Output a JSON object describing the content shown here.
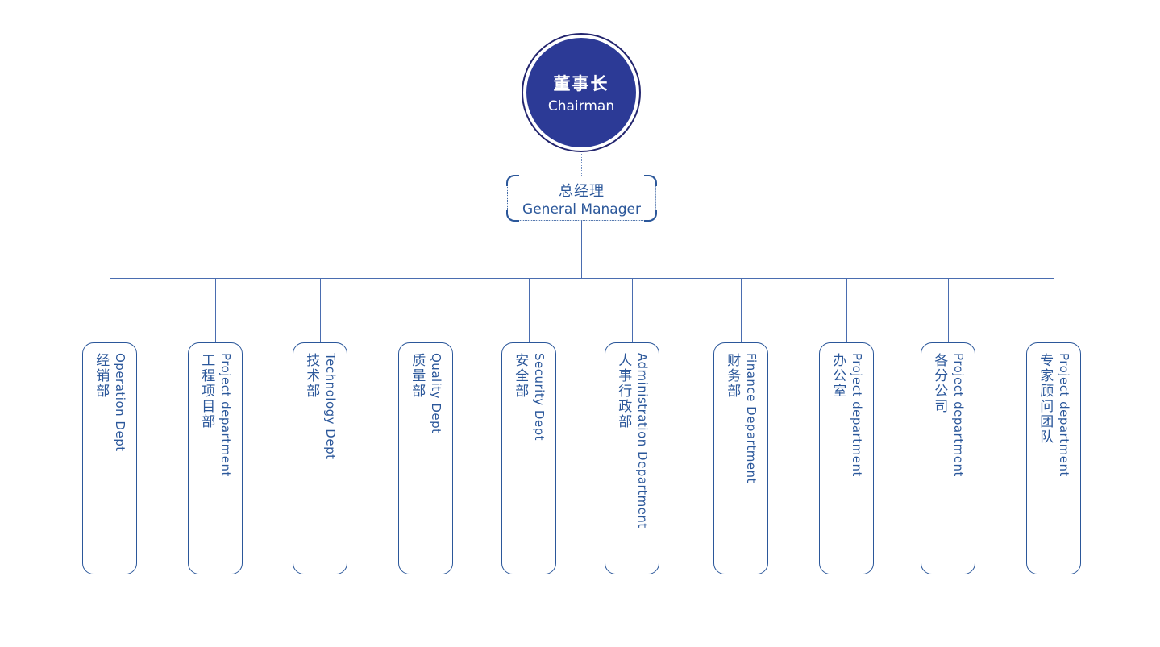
{
  "colors": {
    "primary_blue": "#2b579a",
    "circle_fill": "#2c3a96",
    "circle_ring": "#23256e",
    "line_blue": "#4a6db0"
  },
  "chairman": {
    "title_zh": "董事长",
    "title_en": "Chairman"
  },
  "general_manager": {
    "title_zh": "总经理",
    "title_en": "General Manager"
  },
  "departments": [
    {
      "zh": "经销部",
      "en": "Operation Dept"
    },
    {
      "zh": "工程项目部",
      "en": "Project department"
    },
    {
      "zh": "技术部",
      "en": "Technology Dept"
    },
    {
      "zh": "质量部",
      "en": "Quality Dept"
    },
    {
      "zh": "安全部",
      "en": "Security Dept"
    },
    {
      "zh": "人事行政部",
      "en": "Administration Department"
    },
    {
      "zh": "财务部",
      "en": "Finance Department"
    },
    {
      "zh": "办公室",
      "en": "Project department"
    },
    {
      "zh": "各分公司",
      "en": "Project department"
    },
    {
      "zh": "专家顾问团队",
      "en": "Project department"
    }
  ]
}
